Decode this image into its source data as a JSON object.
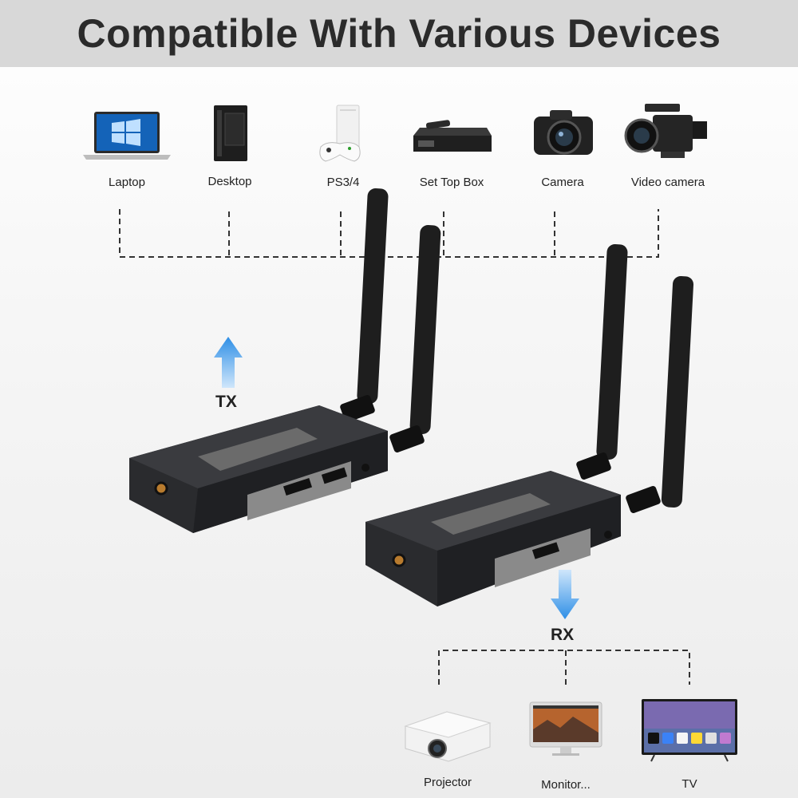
{
  "title": "Compatible With Various Devices",
  "sources": [
    {
      "label": "Laptop",
      "icon": "laptop-icon"
    },
    {
      "label": "Desktop",
      "icon": "desktop-tower-icon"
    },
    {
      "label": "PS3/4",
      "icon": "game-console-icon"
    },
    {
      "label": "Set Top Box",
      "icon": "set-top-box-icon"
    },
    {
      "label": "Camera",
      "icon": "camera-icon"
    },
    {
      "label": "Video camera",
      "icon": "video-camera-icon"
    }
  ],
  "tx_label": "TX",
  "rx_label": "RX",
  "outputs": [
    {
      "label": "Projector",
      "icon": "projector-icon"
    },
    {
      "label": "Monitor...",
      "icon": "monitor-icon"
    },
    {
      "label": "TV",
      "icon": "tv-icon"
    }
  ],
  "colors": {
    "arrow": "#2f8fe6",
    "device_body": "#2a2b2e",
    "title_bg": "#d8d8d8"
  }
}
